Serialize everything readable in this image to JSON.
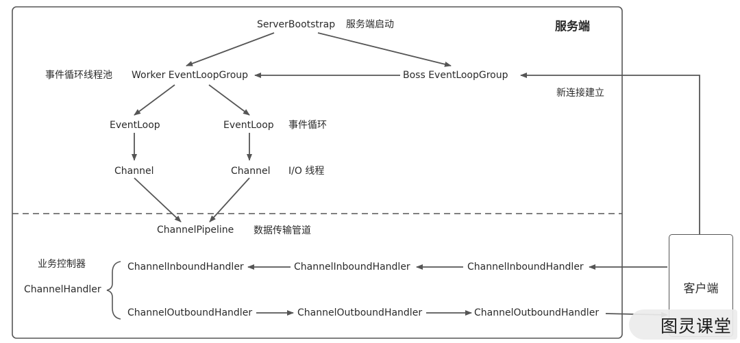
{
  "server": {
    "title": "服务端",
    "bootstrap": "ServerBootstrap",
    "bootstrap_note": "服务端启动",
    "worker_group": "Worker EventLoopGroup",
    "worker_note": "事件循环线程池",
    "boss_group": "Boss EventLoopGroup",
    "new_connection": "新连接建立",
    "event_loop_left": "EventLoop",
    "event_loop_right": "EventLoop",
    "event_loop_note": "事件循环",
    "channel_left": "Channel",
    "channel_right": "Channel",
    "io_thread_note": "I/O 线程",
    "pipeline": "ChannelPipeline",
    "pipeline_note": "数据传输管道"
  },
  "handlers": {
    "business_controller": "业务控制器",
    "channel_handler": "ChannelHandler",
    "brace": "{",
    "inbound": [
      "ChannelInboundHandler",
      "ChannelInboundHandler",
      "ChannelInboundHandler"
    ],
    "outbound": [
      "ChannelOutboundHandler",
      "ChannelOutboundHandler",
      "ChannelOutboundHandler"
    ]
  },
  "client": {
    "title": "客户端"
  },
  "watermark": "图灵课堂",
  "colors": {
    "line": "#555555",
    "text": "#2a2a2a"
  }
}
